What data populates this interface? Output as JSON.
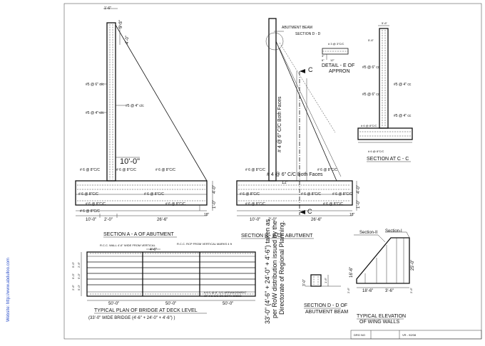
{
  "website": "Website: http://www.abdulloo.com",
  "section_aa": {
    "title": "SECTION A - A  OF ABUTMENT",
    "dims": {
      "top1": "1'-6\"",
      "top2": "5'-3\"",
      "mid": "4'-0\"",
      "big": "10'-0\"",
      "bot1": "10'-0\"",
      "bot2": "2'-0\"",
      "bot3": "26'-6\"",
      "right1": "4'-0\"",
      "right2": "1'-0\"",
      "right3": "18\""
    },
    "bars": {
      "b1": "#5 @ 6\" c/c",
      "b2": "#5 @ 4\" c/c",
      "b3": "#5 @ 4\" c/c",
      "d1": "# 6 @ 8\"C/C",
      "d2": "# 6 @ 8\"C/C",
      "d3": "# 6 @ 8\"C/C",
      "d4": "# 6 @ 8\"C/C",
      "d5": "# 6 @ 8\"C/C",
      "d6": "# 6 @ 8\"C/C",
      "d7": "# 6 @ 8\"C/C",
      "d8": "# 6 @ 8\"C/C"
    }
  },
  "section_bb": {
    "title": "SECTION B - B  OF ABUTMENT",
    "beam_label": "ABUTMENT BEAM",
    "sec_dd_ref": "SECTION D - D",
    "vertical_label": "# 4 @ 6\"  C/C Both Faces",
    "horizontal_label": "# 4 @ 6\"  C/C Both Faces",
    "cut_top": "C",
    "cut_bottom": "C",
    "dims": {
      "slab": "12\"",
      "bot1": "10'-0\"",
      "bot2": "2'-0\"",
      "bot3": "26'-6\"",
      "right1": "4'-0\"",
      "right2": "1'-0\"",
      "right3": "18\""
    },
    "bars": {
      "d1": "# 6 @ 8\"C/C",
      "d2": "# 6 @ 8\"C/C",
      "d3": "# 6 @ 8\"C/C",
      "d4": "# 6 @ 8\"C/C",
      "d5": "# 6 @ 8\"C/C",
      "d6": "# 6 @ 8\"C/C",
      "d7": "# 6 @ 8\"C/C"
    }
  },
  "detail_e": {
    "title1": "DETAIL - E OF",
    "title2": "APPRON",
    "bar": "# 3 @ 3\"C/C",
    "d1": "3\"",
    "d2": "6\"",
    "d3": "12\""
  },
  "section_cc": {
    "title": "SECTION AT C - C",
    "top": "5'-6\"",
    "side1": "5'-6\"",
    "bars": {
      "b1": "#5 @ 6\" cc",
      "b2": "#5 @ 4\" cc",
      "b3": "#5 @ 6\" cc",
      "b4": "#5 @ 4\" cc",
      "b5": "# 6 @ 8\"C/C",
      "b6": "# 6 @ 8\"C/C"
    }
  },
  "plan": {
    "title": "TYPICAL PLAN OF BRIDGE AT DECK LEVEL",
    "subtitle": "(33'-0\" WIDE BRIDGE (4'-6\" + 24'-0\" + 4'-6\") )",
    "top_dim": "4'-6\"",
    "dims": [
      "50'-0\"",
      "50'-0\"",
      "50'-0\""
    ],
    "left_dims": [
      "2'-6\"",
      "5'-0\"",
      "5'-0\"",
      "5'-0\"",
      "5'-0\"",
      "2'-6\""
    ],
    "note1": "# 6 C @ 8\" C/C ARRANGEMENT",
    "note2": "OF # 6 C/C ON BOTH SIDES",
    "top_note1": "R.C.C. WALL 4'-6\" WIDE FROM VERTICAL",
    "top_note2": "R.C.C. RCP FROM VERTICAL MARKS 4 ft"
  },
  "side_note": {
    "line1": "33'-0\" (4'-6\" + 24'-0\" + 4'-6\") taken as",
    "line2": "per RoW distribution issued by the",
    "line3": "Directorate of Regional Planning."
  },
  "section_dd": {
    "title1": "SECTION D - D OF",
    "title2": "ABUTMENT BEAM",
    "dim1": "3'-0\"",
    "dim2": "1'-6\""
  },
  "wing": {
    "title1": "TYPICAL ELEVATION",
    "title2": "OF WING WALLS",
    "sec2": "Section-II",
    "sec1": "Section-I",
    "h1": "16'-6\"",
    "h2": "25'-0\"",
    "w1": "18'-6\"",
    "w2": "3'-6\"",
    "b1": "2'-6\"",
    "b2": "2'-6\""
  },
  "title_block": {
    "drg": "DRG NO",
    "ref": "VR - 92/08"
  }
}
